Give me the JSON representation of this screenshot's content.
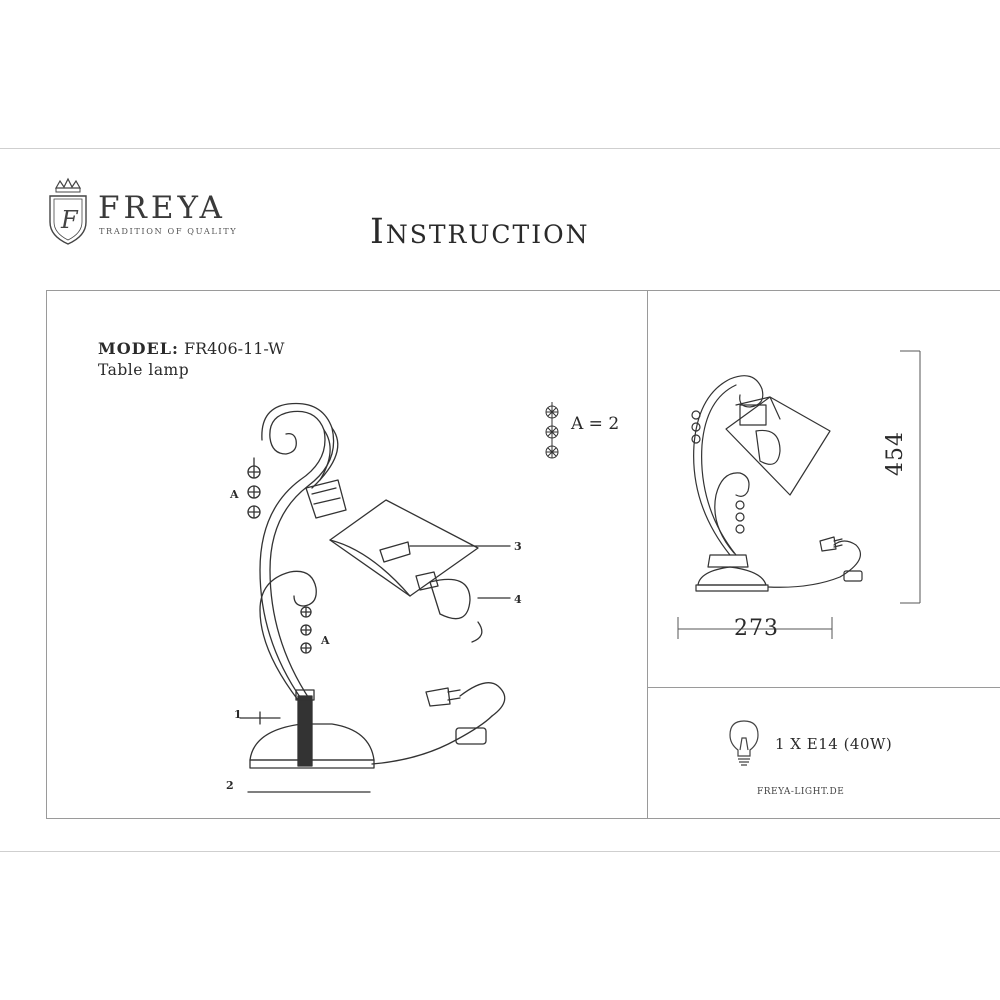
{
  "brand": {
    "name": "FREYA",
    "tagline": "Tradition of quality"
  },
  "header": {
    "title": "Instruction"
  },
  "product": {
    "model_label": "MODEL:",
    "model_code": "FR406-11-W",
    "type": "Table lamp"
  },
  "assembly": {
    "part_qty": "A = 2",
    "labels": {
      "a_upper": "A",
      "a_lower": "A",
      "step1": "1",
      "step2": "2",
      "step3": "3",
      "step4": "4"
    }
  },
  "dimensions": {
    "height": "454",
    "width": "273"
  },
  "lamp_spec": {
    "bulb": "1 X E14 (40W)"
  },
  "footer": {
    "website": "FREYA-LIGHT.DE"
  },
  "icons": [
    "crown-crest-icon",
    "crystal-pendant-icon",
    "light-bulb-icon"
  ]
}
